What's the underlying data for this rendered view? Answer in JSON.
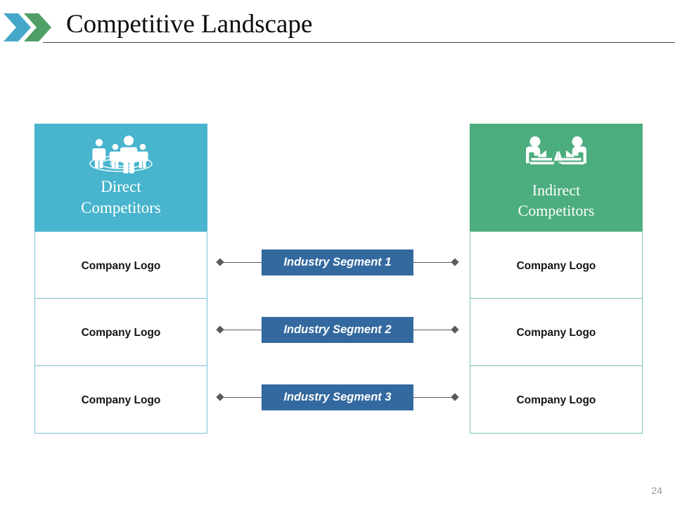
{
  "header": {
    "title": "Competitive Landscape",
    "logo_icon": "double-chevron-logo",
    "logo_colors": {
      "chevron_blue": "#46a8c8",
      "chevron_green": "#4f9f66"
    }
  },
  "columns": [
    {
      "key": "direct",
      "heading": "Direct\nCompetitors",
      "heading_line1": "Direct",
      "heading_line2": "Competitors",
      "header_color": "#48b4ce",
      "border_color": "#7ec2d6",
      "icon": "group-of-people-icon",
      "rows": [
        {
          "label": "Company Logo"
        },
        {
          "label": "Company Logo"
        },
        {
          "label": "Company Logo"
        }
      ]
    },
    {
      "key": "indirect",
      "heading": "Indirect\nCompetitors",
      "heading_line1": "Indirect",
      "heading_line2": "Competitors",
      "header_color": "#4cad7e",
      "border_color": "#7ec5a2",
      "icon": "two-people-at-laptops-icon",
      "rows": [
        {
          "label": "Company Logo"
        },
        {
          "label": "Company Logo"
        },
        {
          "label": "Company Logo"
        }
      ]
    }
  ],
  "segments": [
    {
      "label": "Industry Segment 1",
      "color": "#33699f"
    },
    {
      "label": "Industry Segment 2",
      "color": "#33699f"
    },
    {
      "label": "Industry Segment 3",
      "color": "#33699f"
    }
  ],
  "connectors": {
    "line_color": "#5b5b5b",
    "endpoint_icon": "diamond-marker"
  },
  "footer": {
    "page_number": "24"
  }
}
